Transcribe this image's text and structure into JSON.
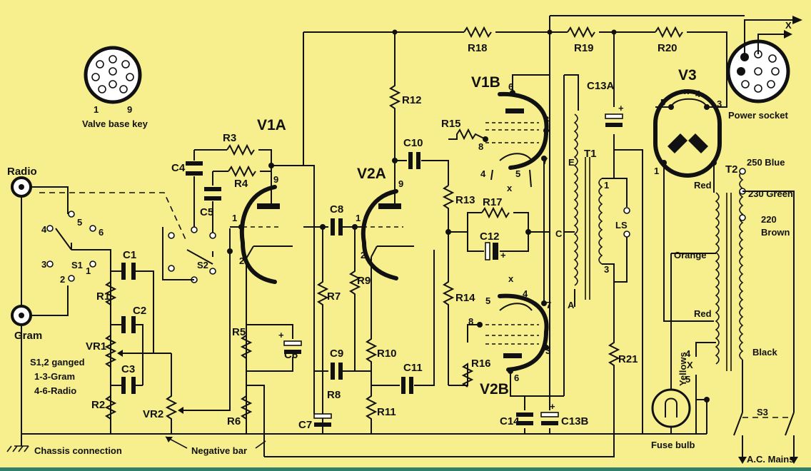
{
  "labels": {
    "valve_base_key": "Valve base key",
    "pin_1": "1",
    "pin_9": "9",
    "power_socket": "Power socket",
    "x_out": "X",
    "radio": "Radio",
    "gram": "Gram",
    "ganged_note_1": "S1,2 ganged",
    "ganged_note_2": "1-3-Gram",
    "ganged_note_3": "4-6-Radio",
    "chassis_connection": "Chassis connection",
    "negative_bar": "Negative bar",
    "fuse_bulb": "Fuse bulb",
    "ac_mains": "A.C. Mains",
    "v1a": "V1A",
    "v1b": "V1B",
    "v2a": "V2A",
    "v2b": "V2B",
    "v3": "V3",
    "t1": "T1",
    "t2": "T2",
    "ls": "LS",
    "tap_250": "250 Blue",
    "tap_230": "230 Green",
    "tap_220a": "220",
    "tap_220b": "Brown",
    "red_top": "Red",
    "orange": "Orange",
    "red_mid": "Red",
    "yellows": "Yellows",
    "black": "Black",
    "s1": "S1",
    "s2": "S2",
    "s3": "S3",
    "r1": "R1",
    "r2": "R2",
    "r3": "R3",
    "r4": "R4",
    "r5": "R5",
    "r6": "R6",
    "r7": "R7",
    "r8": "R8",
    "r9": "R9",
    "r10": "R10",
    "r11": "R11",
    "r12": "R12",
    "r13": "R13",
    "r14": "R14",
    "r15": "R15",
    "r16": "R16",
    "r17": "R17",
    "r18": "R18",
    "r19": "R19",
    "r20": "R20",
    "r21": "R21",
    "vr1": "VR1",
    "vr2": "VR2",
    "c1": "C1",
    "c2": "C2",
    "c3": "C3",
    "c4": "C4",
    "c5": "C5",
    "c6": "C6",
    "c7": "C7",
    "c8": "C8",
    "c9": "C9",
    "c10": "C10",
    "c11": "C11",
    "c12": "C12",
    "c13a": "C13A",
    "c13b": "C13B",
    "c14": "C14",
    "t1_e": "E",
    "t1_c": "C",
    "t1_a": "A",
    "t1_1": "1",
    "t1_3": "3",
    "sw_1": "1",
    "sw_2": "2",
    "sw_3": "3",
    "sw_4": "4",
    "sw_5": "5",
    "sw_6": "6",
    "v1a_pin1": "1",
    "v1a_pin2": "2",
    "v1a_pin9": "9",
    "v2a_pin1": "1",
    "v2a_pin2": "2",
    "v2a_pin9": "9",
    "v1b_pin3": "3",
    "v1b_pin4": "4",
    "v1b_pin5": "5",
    "v1b_pin6": "6",
    "v1b_pin7": "7",
    "v1b_pin8": "8",
    "v1b_x": "x",
    "v2b_pin3": "3",
    "v2b_pin4": "4",
    "v2b_pin5": "5",
    "v2b_pin6": "6",
    "v2b_pin7": "7",
    "v2b_pin8": "8",
    "v2b_x": "x",
    "v3_pin1": "1",
    "v3_pin2": "2",
    "v3_pin3": "3",
    "v3_pin4": "4",
    "v3_pin5": "5",
    "v3_x": "x",
    "mains_4": "4",
    "mains_5": "5",
    "mains_x": "X",
    "plus": "+"
  },
  "colors": {
    "background": "#f7ee8e",
    "ink": "#111111",
    "bottom_bar": "#2f7f6b"
  }
}
